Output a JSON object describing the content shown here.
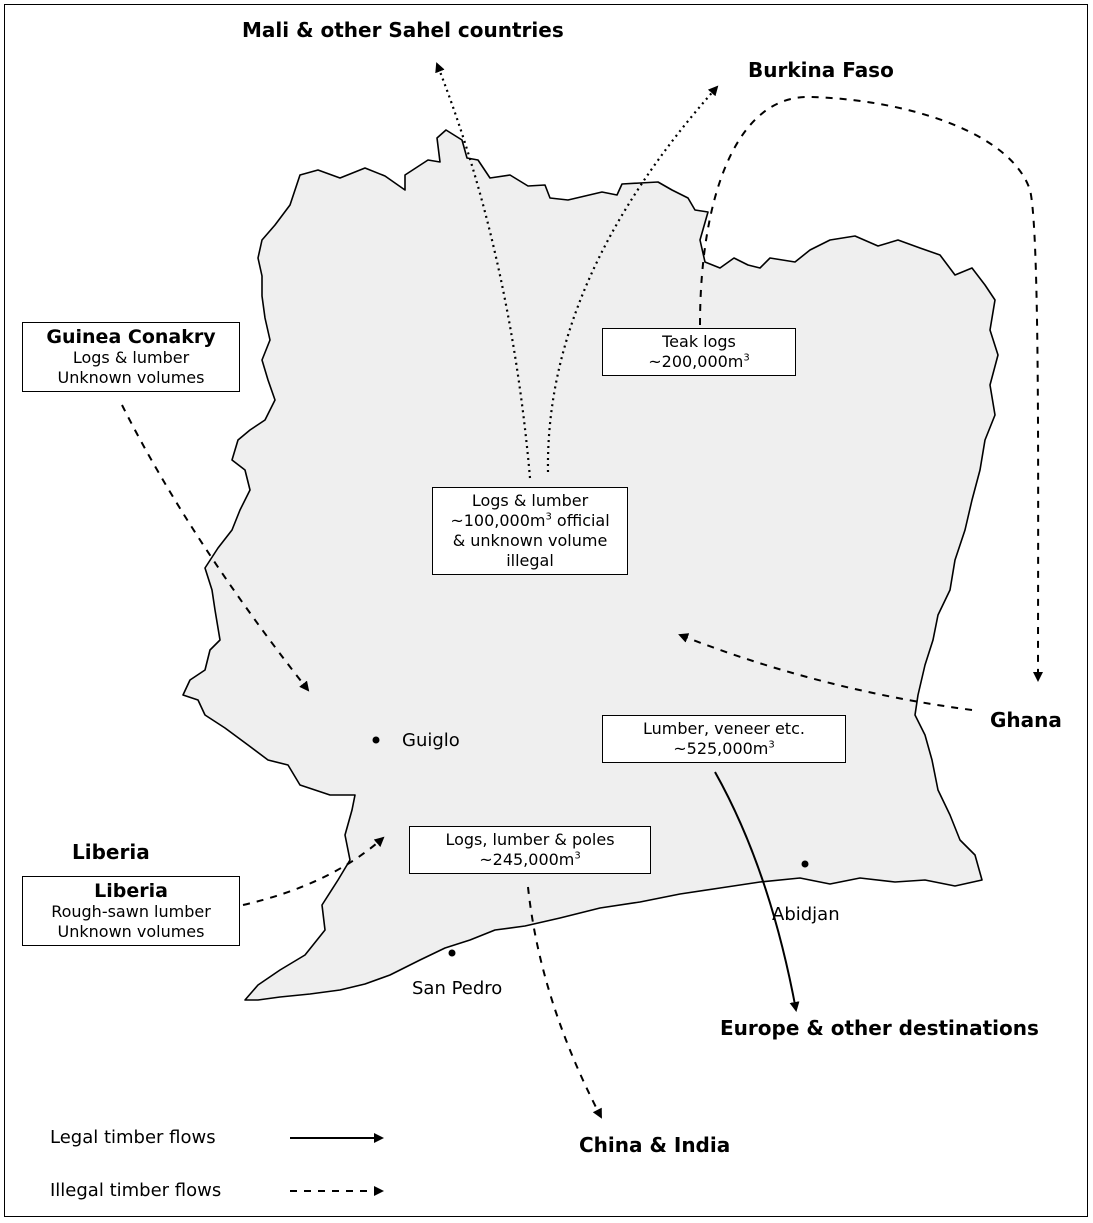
{
  "destinations": {
    "mali": "Mali & other Sahel countries",
    "burkina": "Burkina Faso",
    "ghana": "Ghana",
    "liberia": "Liberia",
    "europe": "Europe & other destinations",
    "china": "China & India"
  },
  "cities": {
    "guiglo": "Guiglo",
    "abidjan": "Abidjan",
    "san_pedro": "San Pedro"
  },
  "boxes": {
    "guinea": {
      "title": "Guinea Conakry",
      "line1": "Logs & lumber",
      "line2": "Unknown volumes"
    },
    "liberia": {
      "title": "Liberia",
      "line1": "Rough-sawn lumber",
      "line2": "Unknown volumes"
    },
    "teak": {
      "line1": "Teak logs",
      "volume": "~200,000m",
      "sup": "3"
    },
    "central": {
      "line1": "Logs & lumber",
      "volume": "~100,000m",
      "sup": "3",
      "volume_suffix": " official",
      "line3": "& unknown volume",
      "line4": "illegal"
    },
    "sanpedro": {
      "line1": "Logs, lumber & poles",
      "volume": "~245,000m",
      "sup": "3"
    },
    "abidjan": {
      "line1": "Lumber, veneer etc.",
      "volume": "~525,000m",
      "sup": "3"
    }
  },
  "legend": {
    "legal": "Legal timber flows",
    "illegal": "Illegal timber flows"
  },
  "colors": {
    "land": "#efefef",
    "outline": "#000000"
  }
}
